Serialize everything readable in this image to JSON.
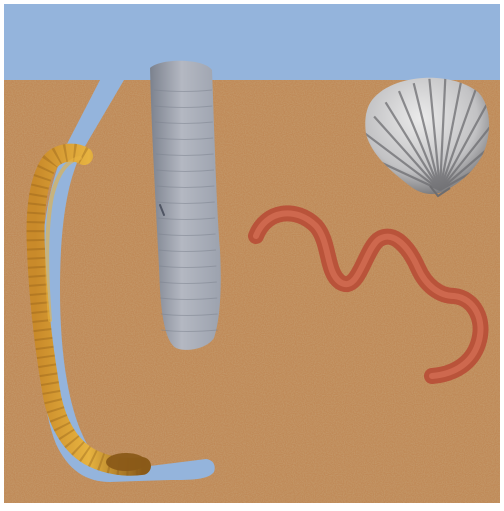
{
  "scene": {
    "colors": {
      "sky": "#94b4dc",
      "sand_base": "#c08a58",
      "sand_light": "#d8ab79",
      "sand_dark": "#8e5b32",
      "burrow": "#94b4dc",
      "tube_light": "#b4b8c2",
      "tube_mid": "#9ca2ae",
      "tube_dark": "#7c828e",
      "shell_light": "#ebebeb",
      "shell_mid": "#c2c2c4",
      "shell_dark": "#6d6d70",
      "red_worm": "#b84c36",
      "red_worm_light": "#e07a5f",
      "lugworm_light": "#e7b340",
      "lugworm_mid": "#c98a2a",
      "lugworm_dark": "#8a5a18"
    },
    "objects": [
      {
        "name": "sky-band",
        "icon": "sky"
      },
      {
        "name": "sand-layer",
        "icon": "sand"
      },
      {
        "name": "u-shaped-burrow",
        "icon": "burrow"
      },
      {
        "name": "tube-worm-tube",
        "icon": "grey-tube"
      },
      {
        "name": "cockle-shell",
        "icon": "scallop-shell"
      },
      {
        "name": "red-ragworm",
        "icon": "red-worm"
      },
      {
        "name": "lugworm",
        "icon": "yellow-worm"
      }
    ]
  }
}
